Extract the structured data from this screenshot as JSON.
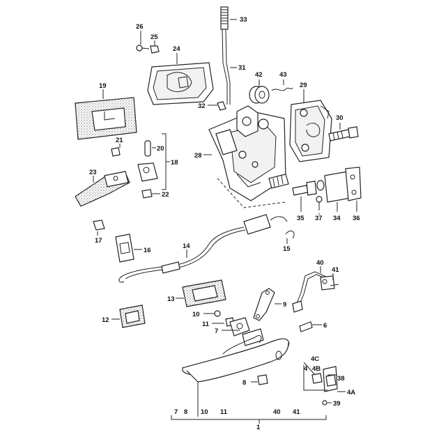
{
  "diagram": {
    "labels": {
      "n1": "1",
      "n4a": "4A",
      "n4b": "4B",
      "n4c": "4C",
      "n4": "4",
      "n6": "6",
      "n7": "7",
      "n8": "8",
      "n9": "9",
      "n10": "10",
      "n11": "11",
      "n12": "12",
      "n13": "13",
      "n14": "14",
      "n15": "15",
      "n16": "16",
      "n17": "17",
      "n18": "18",
      "n19": "19",
      "n20": "20",
      "n21": "21",
      "n22": "22",
      "n23": "23",
      "n24": "24",
      "n25": "25",
      "n26": "26",
      "n28": "28",
      "n29": "29",
      "n30": "30",
      "n31": "31",
      "n32": "32",
      "n33": "33",
      "n34": "34",
      "n35": "35",
      "n36": "36",
      "n37": "37",
      "n38": "38",
      "n39": "39",
      "n40": "40",
      "n41": "41",
      "n42": "42",
      "n43": "43"
    },
    "bottom_row": {
      "b7": "7",
      "b8": "8",
      "b10": "10",
      "b11": "11",
      "b40": "40",
      "b41": "41"
    }
  }
}
